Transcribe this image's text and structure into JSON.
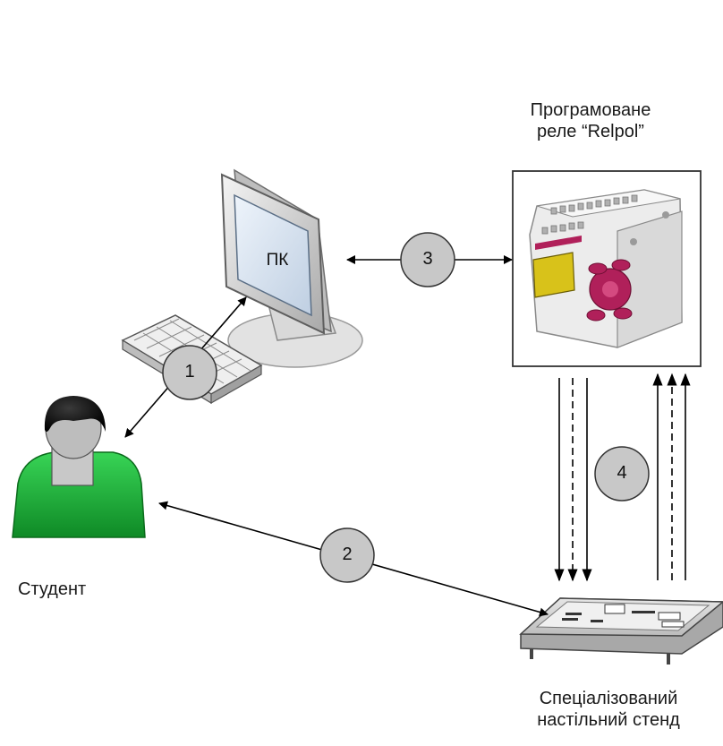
{
  "labels": {
    "relay_line1": "Програмоване",
    "relay_line2": "реле “Relpol”",
    "pc": "ПК",
    "student": "Студент",
    "stand_line1": "Спеціалізований",
    "stand_line2": "настільний  стенд"
  },
  "markers": [
    "1",
    "2",
    "3",
    "4"
  ],
  "colors": {
    "marker_fill": "#c8c8c8",
    "student_body": "#1fb83a",
    "relay_buttons": "#b0205a",
    "relay_display": "#d8c21a",
    "line": "#000000"
  }
}
